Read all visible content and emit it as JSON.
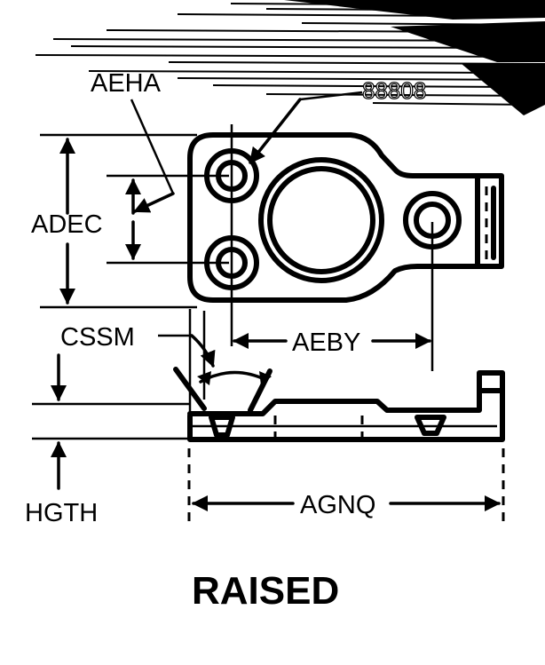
{
  "labels": {
    "aeha": "AEHA",
    "top_right": "88808",
    "adec": "ADEC",
    "cssm": "CSSM",
    "aeby": "AEBY",
    "hgth": "HGTH",
    "agnq": "AGNQ",
    "caption": "RAISED"
  },
  "colors": {
    "ink": "#000000",
    "paper": "#ffffff"
  }
}
